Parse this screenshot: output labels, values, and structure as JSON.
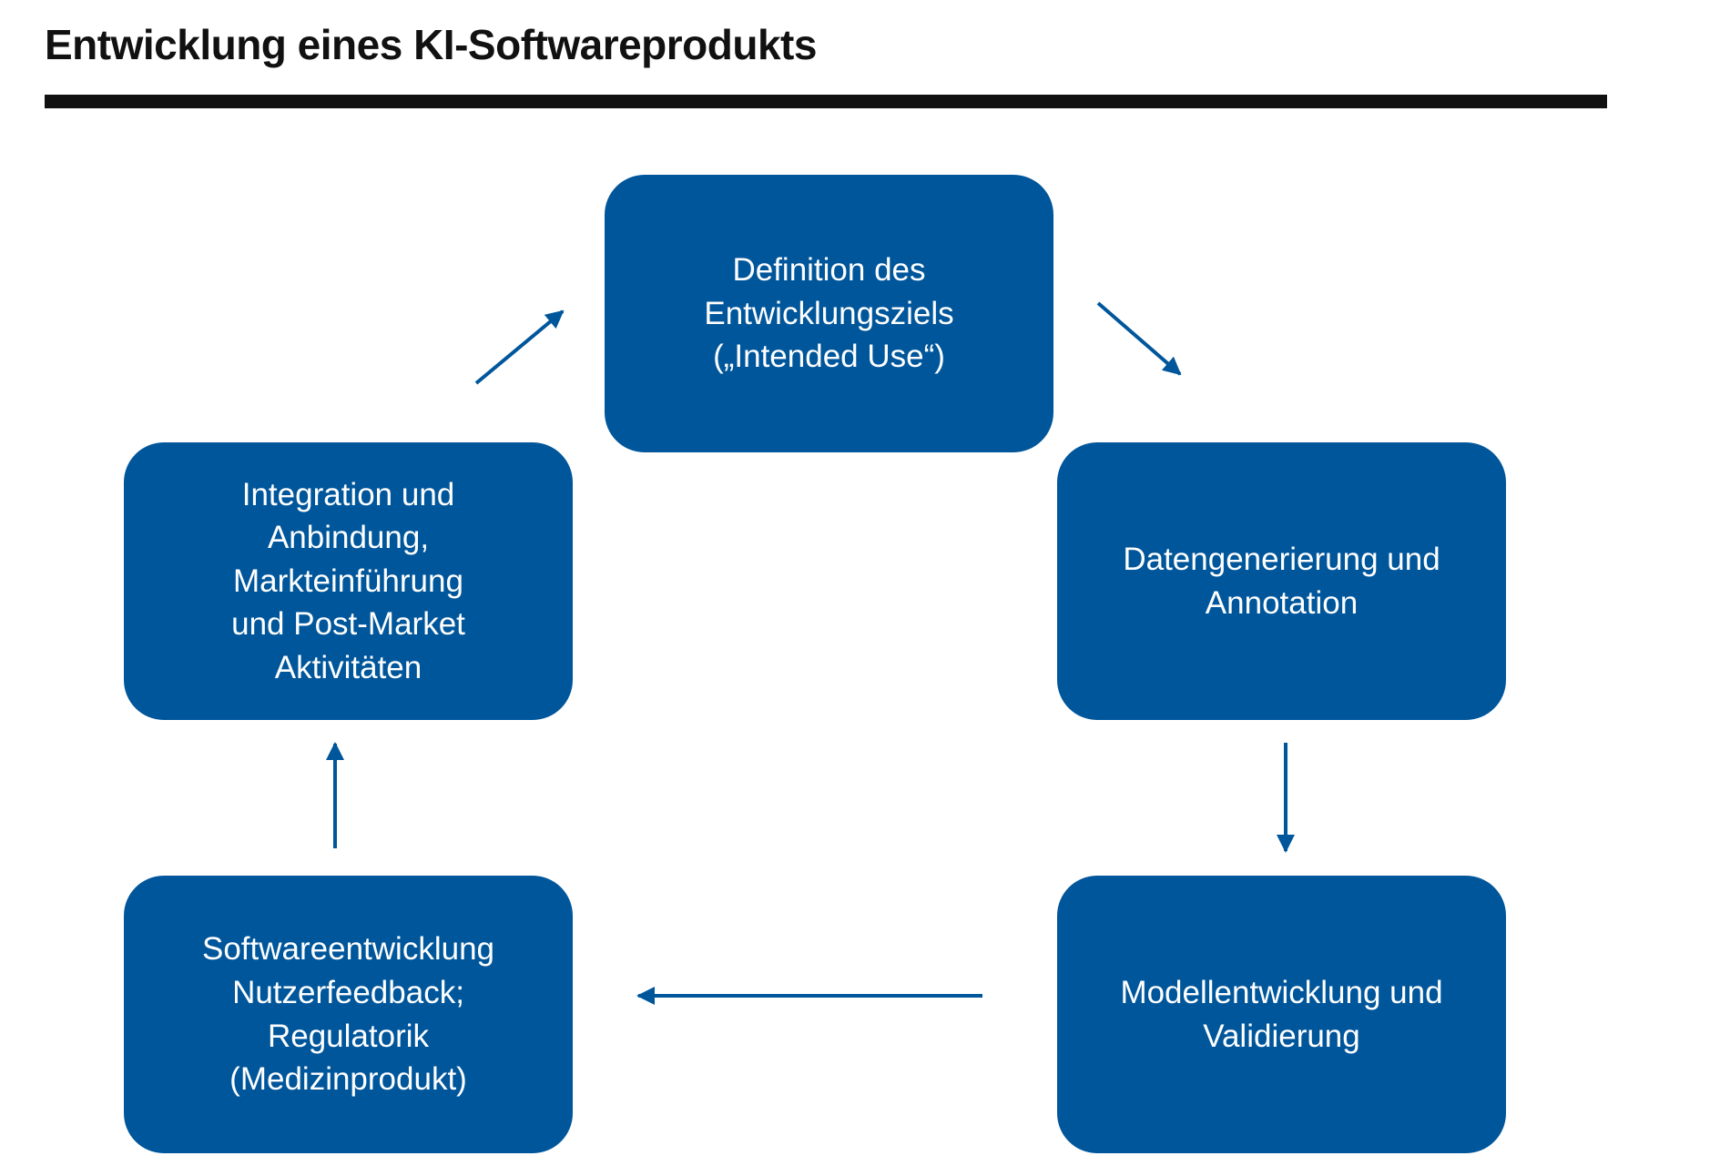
{
  "title": "Entwicklung eines KI-Softwareprodukts",
  "colors": {
    "box_fill": "#00569b",
    "arrow": "#00569b",
    "title_text": "#111111",
    "rule": "#111111"
  },
  "steps": [
    {
      "id": "definition",
      "text": "Definition des\nEntwicklungsziels\n(„Intended Use“)"
    },
    {
      "id": "data",
      "text": "Datengenerierung und\nAnnotation"
    },
    {
      "id": "model",
      "text": "Modellentwicklung und\nValidierung"
    },
    {
      "id": "software",
      "text": "Softwareentwicklung\nNutzerfeedback;\nRegulatorik\n(Medizinprodukt)"
    },
    {
      "id": "integration",
      "text": "Integration und\nAnbindung,\nMarkteinführung\nund Post-Market\nAktivitäten"
    }
  ],
  "flow": [
    {
      "from": "definition",
      "to": "data"
    },
    {
      "from": "data",
      "to": "model"
    },
    {
      "from": "model",
      "to": "software"
    },
    {
      "from": "software",
      "to": "integration"
    },
    {
      "from": "integration",
      "to": "definition"
    }
  ]
}
